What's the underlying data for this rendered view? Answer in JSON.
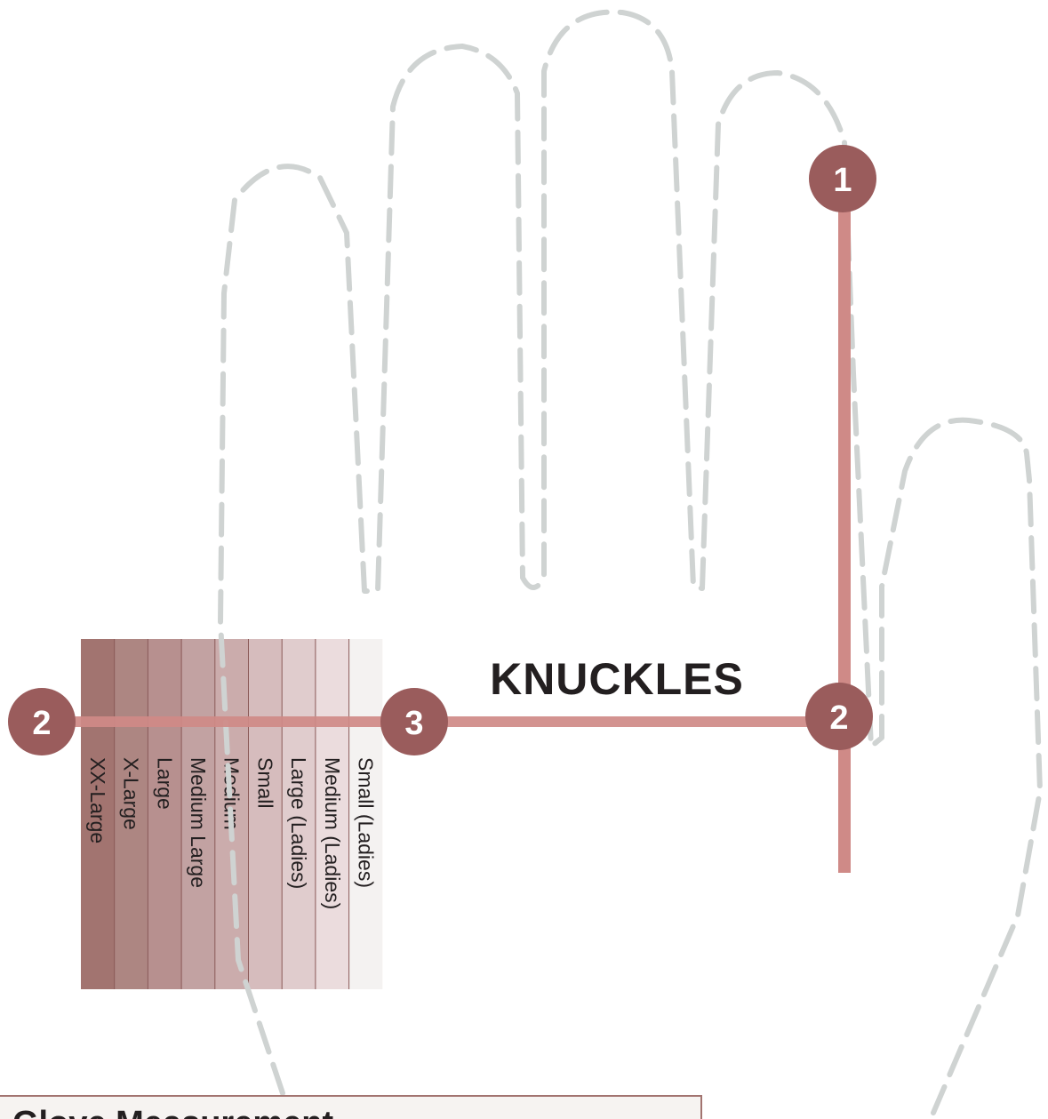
{
  "measure_label": "KNUCKLES",
  "markers": {
    "m1": "1",
    "m2_left": "2",
    "m2_right": "2",
    "m3": "3"
  },
  "size_scale": [
    {
      "label": "XX-Large",
      "color": "#a27470"
    },
    {
      "label": "X-Large",
      "color": "#ad8682"
    },
    {
      "label": "Large",
      "color": "#b7908f"
    },
    {
      "label": "Medium Large",
      "color": "#c2a2a2"
    },
    {
      "label": "Medium",
      "color": "#cbacac"
    },
    {
      "label": "Small",
      "color": "#d6bcbd"
    },
    {
      "label": "Large (Ladies)",
      "color": "#e0cccd"
    },
    {
      "label": "Medium (Ladies)",
      "color": "#ebdcdd"
    },
    {
      "label": "Small (Ladies)",
      "color": "#f4f2f1"
    }
  ],
  "info_box": {
    "title": "Glove Measurement"
  },
  "colors": {
    "marker": "#9a5c5c",
    "measure_line": "#cf8a87",
    "hand_outline": "#cfd3d2",
    "text": "#231f20"
  }
}
